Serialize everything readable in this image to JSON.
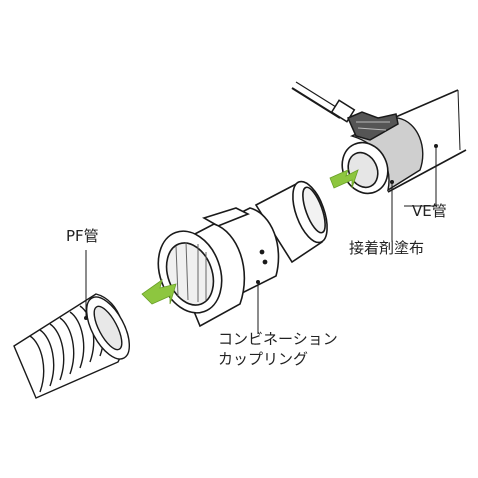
{
  "labels": {
    "pf_pipe": "PF管",
    "ve_pipe": "VE管",
    "adhesive": "接着剤塗布",
    "coupling_line1": "コンビネーション",
    "coupling_line2": "カップリング"
  },
  "colors": {
    "outline": "#1a1a1a",
    "arrow": "#8dc63f",
    "glue_band": "#cfcfcf",
    "background": "#ffffff"
  }
}
